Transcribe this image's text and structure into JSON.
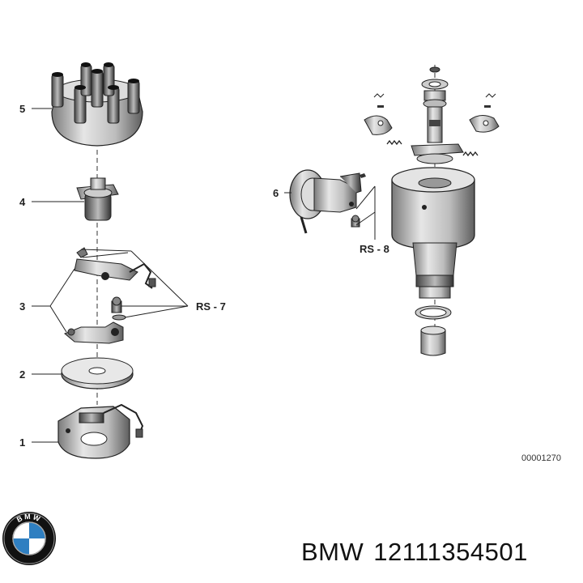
{
  "callouts": {
    "n1": "1",
    "n2": "2",
    "n3": "3",
    "n4": "4",
    "n5": "5",
    "n6": "6",
    "rs7": "RS - 7",
    "rs8": "RS - 8"
  },
  "diagram_code": "00001270",
  "footer": {
    "brand": "BMW",
    "part_number": "12111354501",
    "logo_letters": "BMW"
  },
  "colors": {
    "bmw_blue": "#2f7fc1",
    "line": "#222222"
  },
  "icons": [
    "bmw-logo-icon"
  ]
}
